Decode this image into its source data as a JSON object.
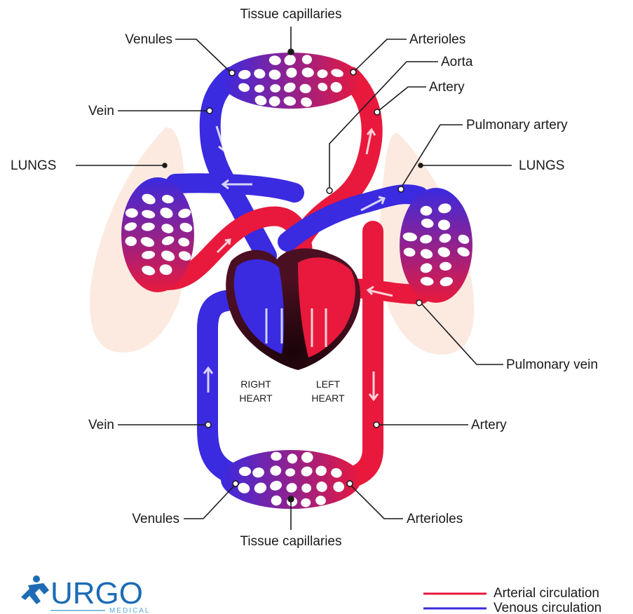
{
  "labels": {
    "tissue_capillaries_top": "Tissue capillaries",
    "venules_top": "Venules",
    "arterioles_top": "Arterioles",
    "aorta": "Aorta",
    "artery_top": "Artery",
    "vein_top": "Vein",
    "pulmonary_artery": "Pulmonary artery",
    "lungs_left": "LUNGS",
    "lungs_right": "LUNGS",
    "pulmonary_vein": "Pulmonary vein",
    "vein_bottom": "Vein",
    "artery_bottom": "Artery",
    "venules_bottom": "Venules",
    "arterioles_bottom": "Arterioles",
    "tissue_capillaries_bottom": "Tissue capillaries",
    "right_heart_line1": "RIGHT",
    "right_heart_line2": "HEART",
    "left_heart_line1": "LEFT",
    "left_heart_line2": "HEART"
  },
  "legend": {
    "arterial": "Arterial circulation",
    "venous": "Venous circulation",
    "arterial_color": "#e8193c",
    "venous_color": "#3a2ae0"
  },
  "logo": {
    "word": "URGO",
    "sub": "MEDICAL",
    "color": "#1d6bb5",
    "sub_color": "#5aa9d8"
  },
  "colors": {
    "artery": "#e8193c",
    "vein": "#3a2ae0",
    "lung": "#fbe6dc",
    "heart_dark": "#2a0a14"
  }
}
